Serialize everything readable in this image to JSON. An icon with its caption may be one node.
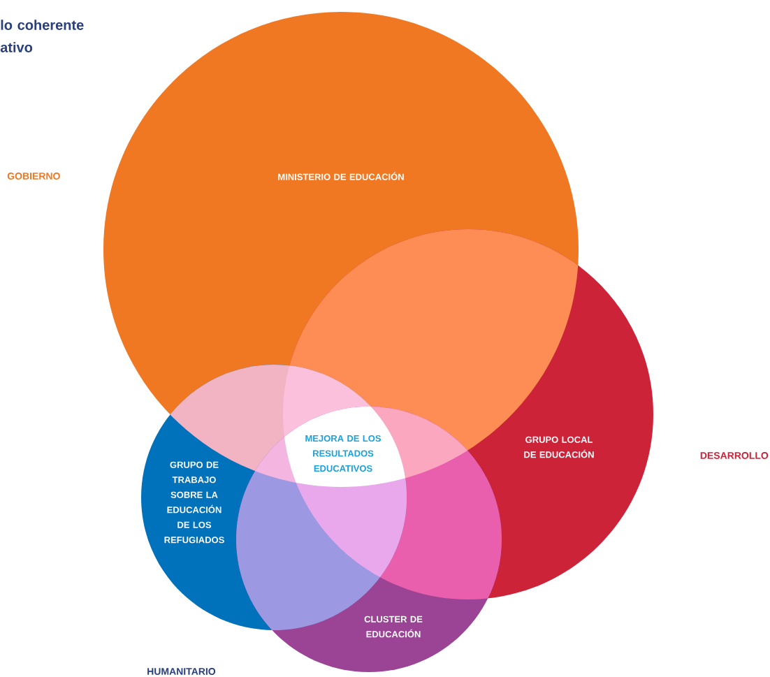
{
  "diagram": {
    "title": "lo coherente ativo",
    "nodes": [
      {
        "text": [
          "MINISTERIO DE EDUCACIÓN"
        ]
      },
      {
        "text": [
          "GRUPO LOCAL DE EDUCACIÓN"
        ]
      },
      {
        "text": [
          "GRUPO DE TRABAJO SOBRE LA EDUCACIÓN DE LOS REFUGIADOS"
        ]
      },
      {
        "text": [
          "CLUSTER DE EDUCACIÓN"
        ]
      },
      {
        "text": [
          "MEJORA DE LOS RESULTADOS EDUCATIVOS"
        ]
      }
    ],
    "labels": [
      "GOBIERNO",
      "DESARROLLO",
      "HUMANITARIO"
    ]
  }
}
